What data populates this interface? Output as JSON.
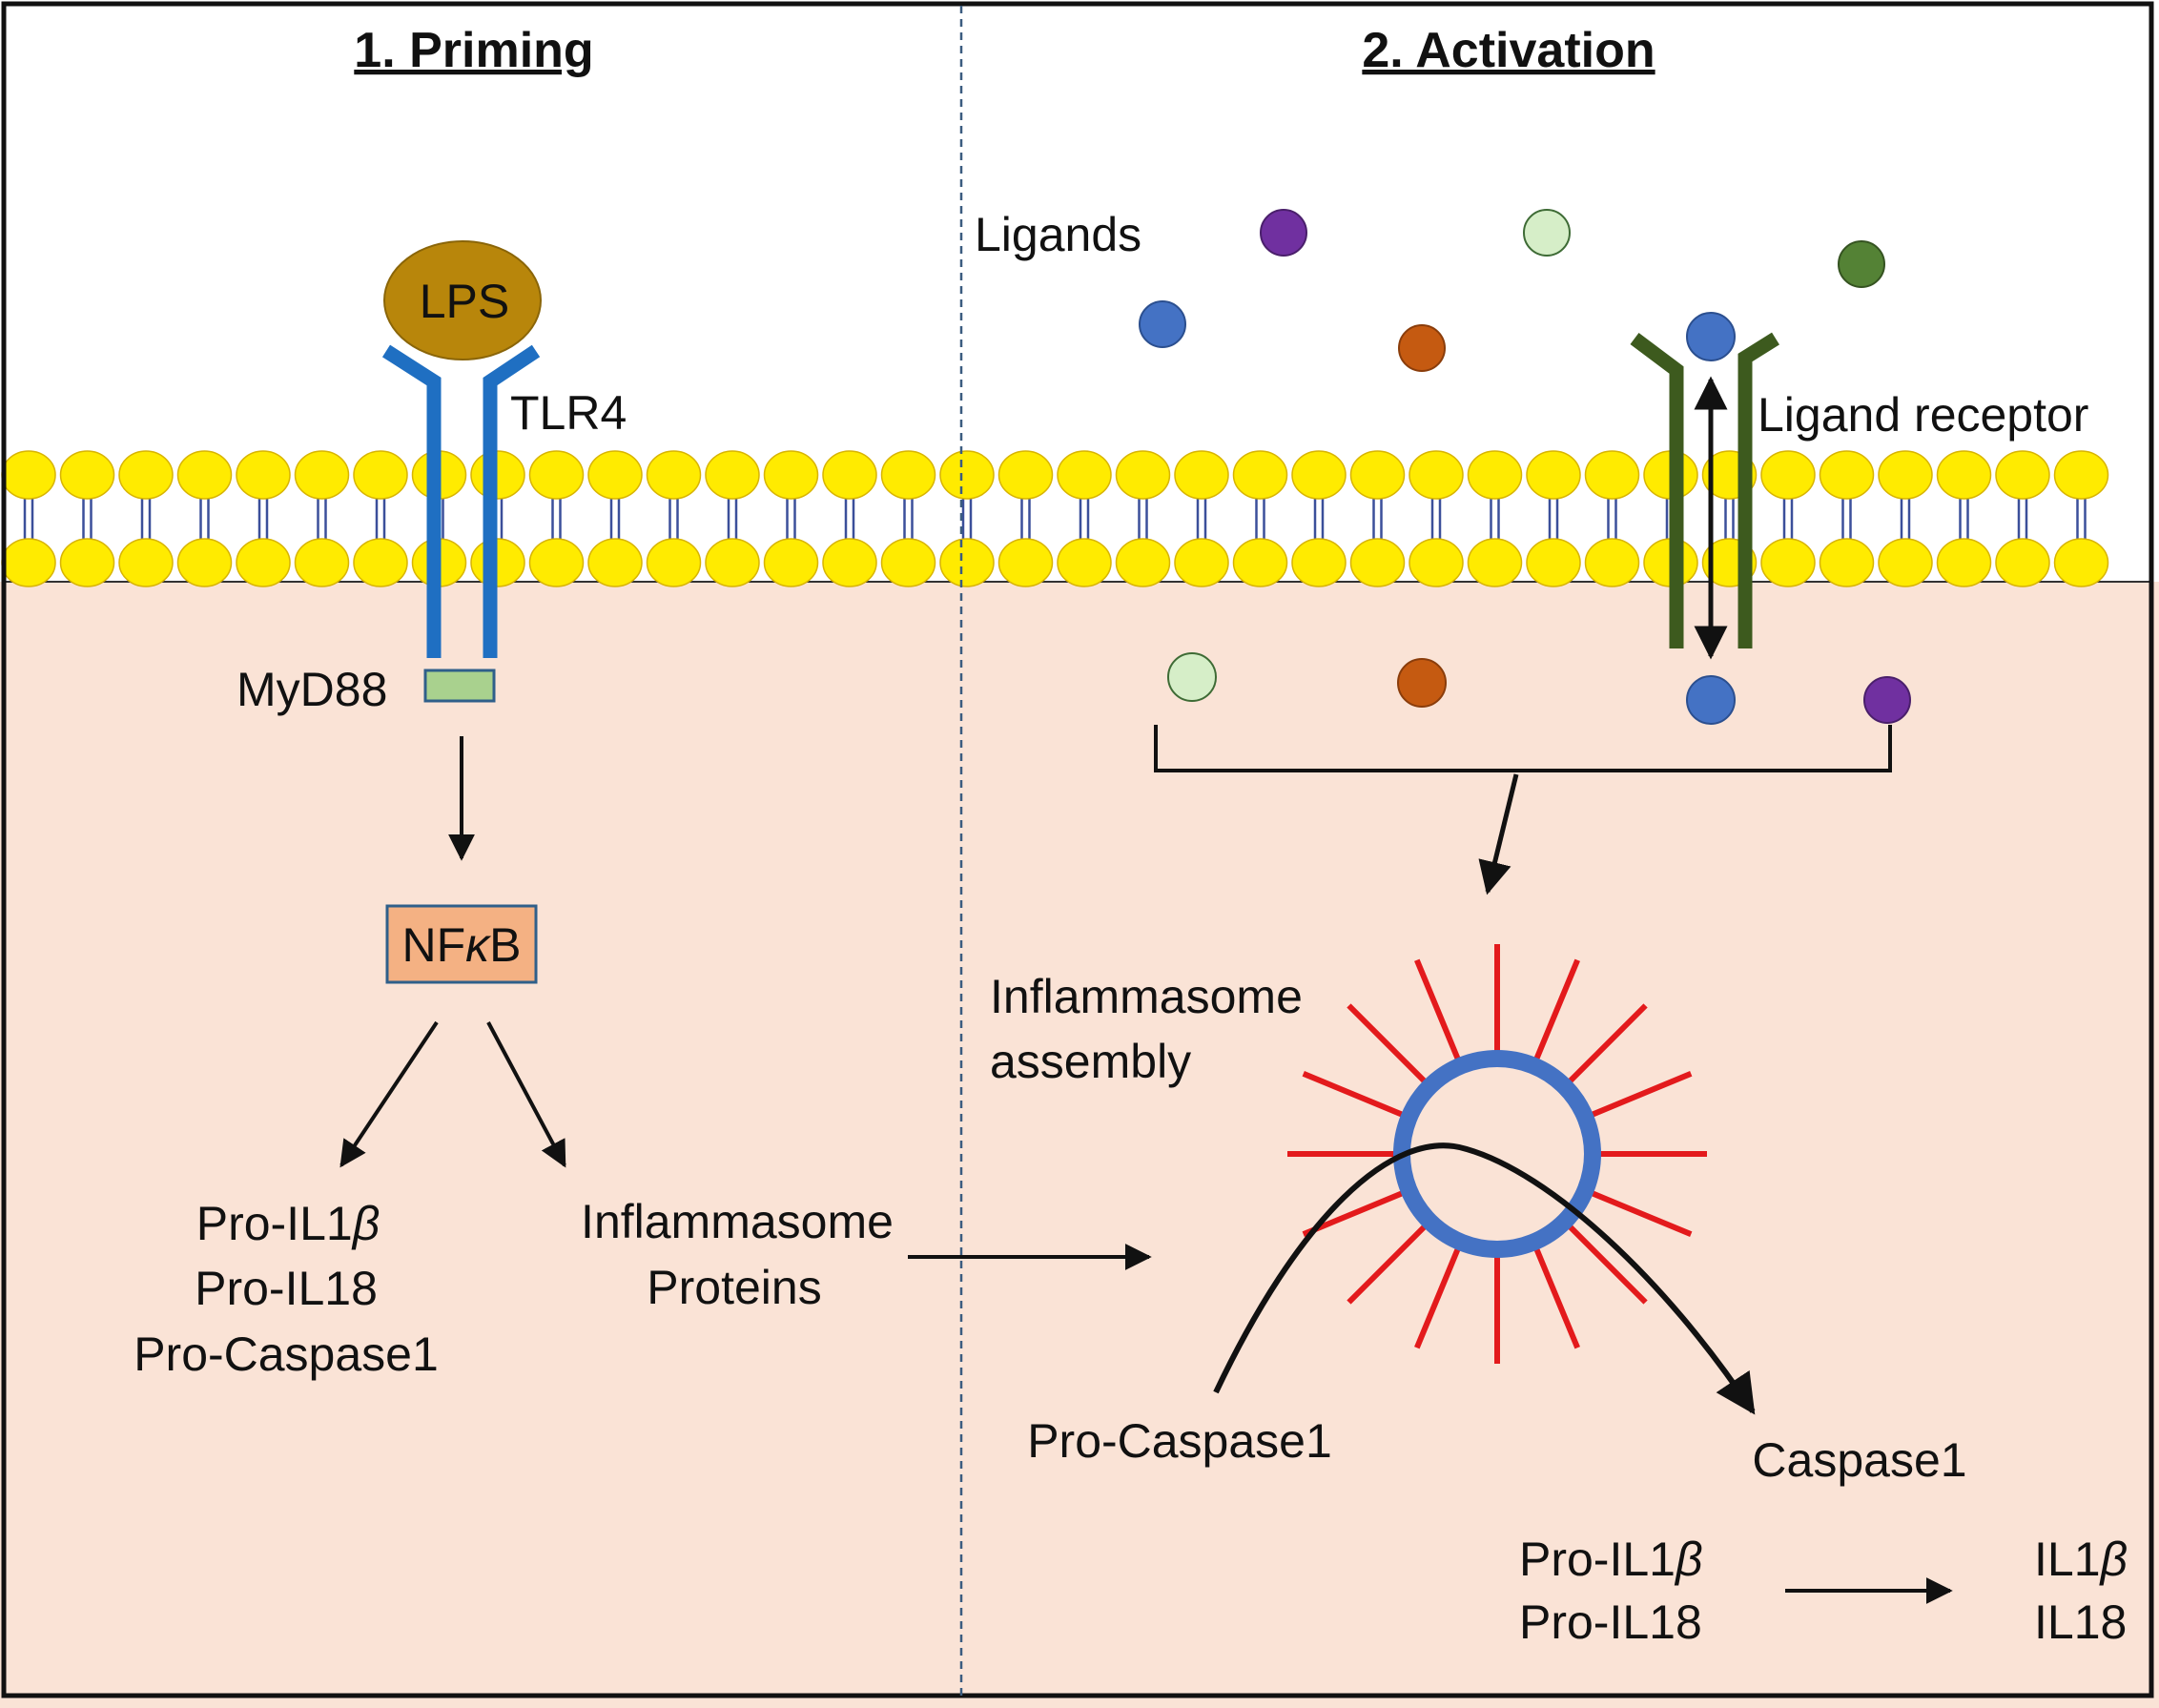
{
  "panels": {
    "priming": {
      "title": "1. Priming"
    },
    "activation": {
      "title": "2. Activation"
    }
  },
  "priming": {
    "lps": "LPS",
    "tlr4": "TLR4",
    "myd88": "MyD88",
    "nfkb_prefix": "NF",
    "nfkb_greek": "κ",
    "nfkb_suffix": "B",
    "pro_il1b_prefix": "Pro-IL1",
    "pro_il1b_greek": "β",
    "pro_il18": "Pro-IL18",
    "pro_caspase1": "Pro-Caspase1",
    "inflammasome_proteins_line1": "Inflammasome",
    "inflammasome_proteins_line2": "Proteins"
  },
  "activation": {
    "ligands": "Ligands",
    "ligand_receptor": "Ligand receptor",
    "inflammasome_assembly_line1": "Inflammasome",
    "inflammasome_assembly_line2": "assembly",
    "pro_caspase1": "Pro-Caspase1",
    "caspase1": "Caspase1",
    "pro_il1b_prefix": "Pro-IL1",
    "pro_il1b_greek": "β",
    "pro_il18": "Pro-IL18",
    "il1b_prefix": "IL1",
    "il1b_greek": "β",
    "il18": "IL18"
  },
  "colors": {
    "cytoplasm": "#fae3d6",
    "lipid_head": "#ffeb00",
    "lipid_tail": "#3b4f9a",
    "tlr4": "#1f6fc2",
    "lps": "#b8860b",
    "myd88": "#a9d18e",
    "nfkb_box": "#f4b183",
    "ligand_receptor": "#3d5a1e",
    "inflammasome_ring": "#4472c4",
    "inflammasome_spikes": "#e31a1c",
    "ligand_purple": "#7030a0",
    "ligand_pale_green": "#d6eec8",
    "ligand_blue": "#4472c4",
    "ligand_orange": "#c55a11",
    "ligand_green": "#548235"
  }
}
